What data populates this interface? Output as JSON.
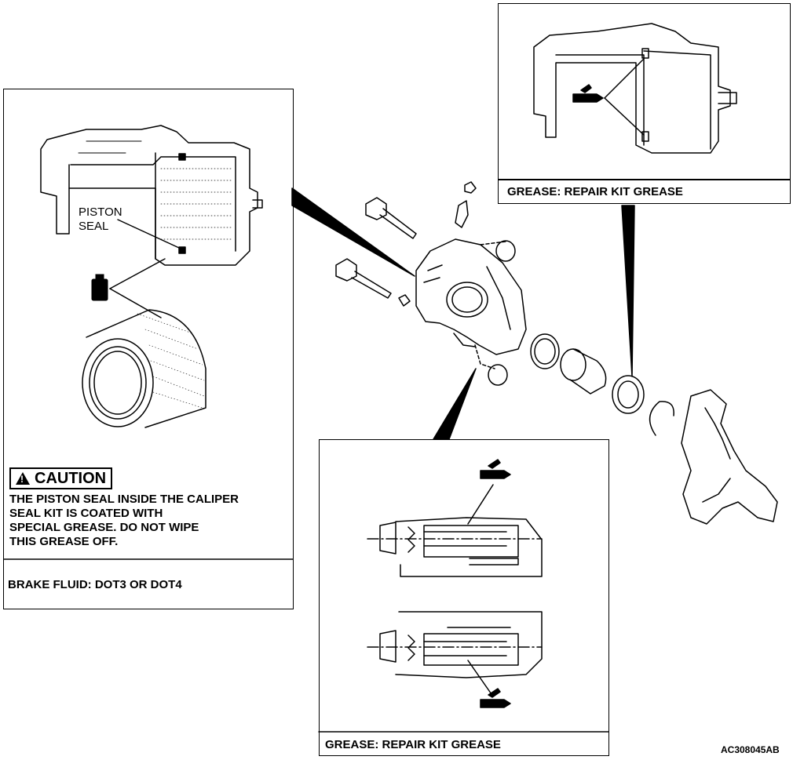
{
  "left_panel": {
    "part_label_line1": "PISTON",
    "part_label_line2": "SEAL",
    "caution_title": "CAUTION",
    "caution_lines": [
      "THE PISTON SEAL INSIDE THE CALIPER",
      "SEAL KIT IS COATED WITH",
      "SPECIAL GREASE. DO NOT WIPE",
      "THIS GREASE OFF."
    ],
    "footer": "BRAKE FLUID: DOT3 OR DOT4"
  },
  "top_right_panel": {
    "footer": "GREASE: REPAIR KIT GREASE"
  },
  "bottom_panel": {
    "footer": "GREASE: REPAIR KIT GREASE"
  },
  "figure_id": "AC308045AB",
  "icons": [
    "brake-fluid-bottle-icon",
    "grease-tube-icon",
    "warning-triangle-icon"
  ]
}
